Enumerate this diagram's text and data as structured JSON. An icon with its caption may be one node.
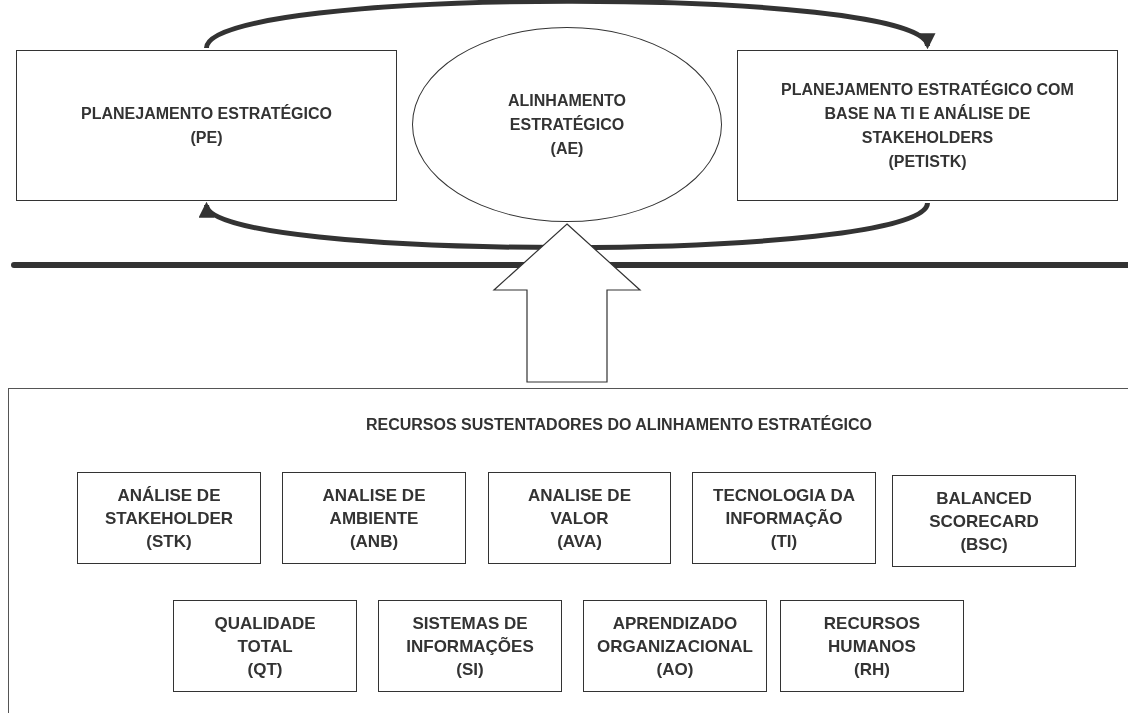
{
  "diagram": {
    "nodes": [
      {
        "text": [
          "PLANEJAMENTO ESTRATÉGICO",
          "(PE)"
        ]
      },
      {
        "text": [
          "ALINHAMENTO ESTRATÉGICO",
          "(AE)"
        ]
      },
      {
        "text": [
          "PLANEJAMENTO ESTRATÉGICO COM BASE NA TI E ANÁLISE DE STAKEHOLDERS",
          "(PETISTK)"
        ]
      },
      {
        "text": [
          "RECURSOS SUSTENTADORES DO ALINHAMENTO ESTRATÉGICO"
        ]
      },
      {
        "text": [
          "ANÁLISE DE STAKEHOLDER",
          "(STK)"
        ],
        "in": 3
      },
      {
        "text": [
          "ANALISE DE AMBIENTE",
          "(ANB)"
        ],
        "in": 3
      },
      {
        "text": [
          "ANALISE DE VALOR",
          "(AVA)"
        ],
        "in": 3
      },
      {
        "text": [
          "TECNOLOGIA DA INFORMAÇÃO",
          "(TI)"
        ],
        "in": 3
      },
      {
        "text": [
          "BALANCED SCORECARD",
          "(BSC)"
        ],
        "in": 3
      },
      {
        "text": [
          "QUALIDADE TOTAL",
          "(QT)"
        ],
        "in": 3
      },
      {
        "text": [
          "SISTEMAS DE INFORMAÇÕES",
          "(SI)"
        ],
        "in": 3
      },
      {
        "text": [
          "APRENDIZADO ORGANIZACIONAL",
          "(AO)"
        ],
        "in": 3
      },
      {
        "text": [
          "RECURSOS HUMANOS",
          "(RH)"
        ],
        "in": 3
      }
    ],
    "edges": [
      {
        "from": 0,
        "to": 2,
        "arrow": "to"
      },
      {
        "from": 2,
        "to": 0,
        "arrow": "to"
      },
      {
        "from": 3,
        "to": 1,
        "arrow": "to",
        "style": "thick"
      }
    ]
  }
}
